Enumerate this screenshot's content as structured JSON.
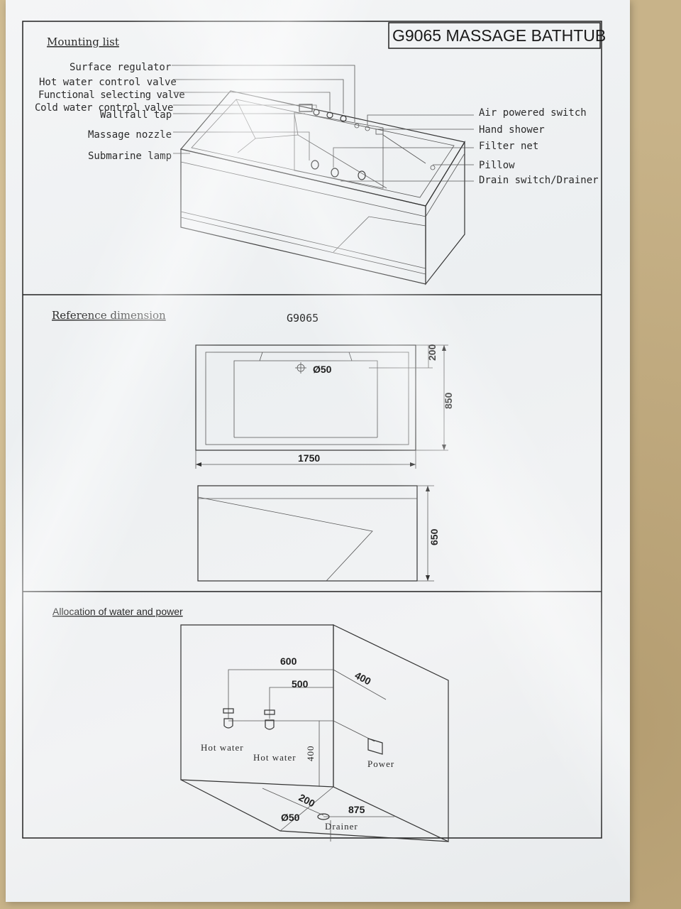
{
  "title": "G9065 MASSAGE BATHTUB",
  "sections": {
    "mounting": "Mounting list",
    "reference": "Reference dimension",
    "allocation": "Allocation of water and power"
  },
  "mounting_list": {
    "left": [
      "Surface regulator",
      "Hot water control valve",
      "Functional selecting valve",
      "Cold water control valve",
      "Wallfall tap",
      "Massage nozzle",
      "Submarine lamp"
    ],
    "right": [
      "Air powered switch",
      "Hand shower",
      "Filter net",
      "Pillow",
      "Drain switch/Drainer"
    ]
  },
  "reference": {
    "model": "G9065",
    "drain": "Ø50",
    "d200": "200",
    "d850": "850",
    "d1750": "1750",
    "d650": "650"
  },
  "allocation": {
    "d600": "600",
    "d500": "500",
    "d400a": "400",
    "d400b": "400",
    "d200": "200",
    "d875": "875",
    "drain": "Ø50",
    "hot_water_1": "Hot water",
    "hot_water_2": "Hot water",
    "power": "Power",
    "drainer": "Drainer"
  }
}
